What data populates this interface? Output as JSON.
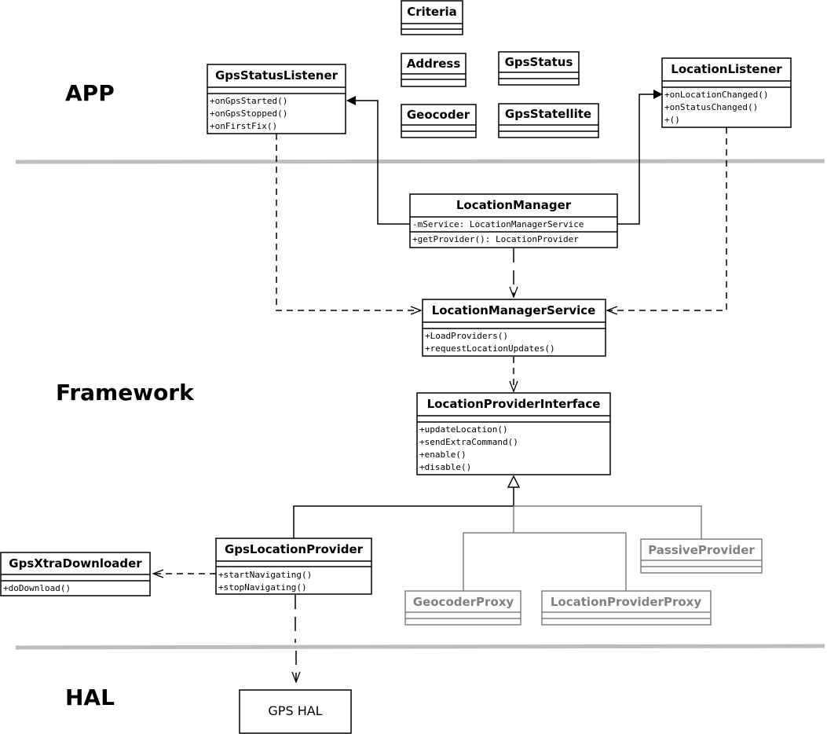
{
  "layers": {
    "app": "APP",
    "framework": "Framework",
    "hal": "HAL"
  },
  "colors": {
    "primary": "#000000",
    "secondary": "#808080",
    "divider": "#bdbdbd"
  },
  "classes": {
    "criteria": {
      "title": "Criteria"
    },
    "address": {
      "title": "Address"
    },
    "geocoder": {
      "title": "Geocoder"
    },
    "gps_status": {
      "title": "GpsStatus"
    },
    "gps_satellite": {
      "title": "GpsStatellite"
    },
    "gps_status_listener": {
      "title": "GpsStatusListener",
      "methods": [
        "+onGpsStarted()",
        "+onGpsStopped()",
        "+onFirstFix()"
      ]
    },
    "location_listener": {
      "title": "LocationListener",
      "methods": [
        "+onLocationChanged()",
        "+onStatusChanged()",
        "+()"
      ]
    },
    "location_manager": {
      "title": "LocationManager",
      "attribute": "-mService: LocationManagerService",
      "method": "+getProvider(): LocationProvider"
    },
    "location_manager_service": {
      "title": "LocationManagerService",
      "methods": [
        "+LoadProviders()",
        "+requestLocationUpdates()"
      ]
    },
    "location_provider_interface": {
      "title": "LocationProviderInterface",
      "methods": [
        "+updateLocation()",
        "+sendExtraCommand()",
        "+enable()",
        "+disable()"
      ]
    },
    "gps_location_provider": {
      "title": "GpsLocationProvider",
      "methods": [
        "+startNavigating()",
        "+stopNavigating()"
      ]
    },
    "gps_xtra_downloader": {
      "title": "GpsXtraDownloader",
      "methods": [
        "+doDownload()"
      ]
    },
    "passive_provider": {
      "title": "PassiveProvider"
    },
    "geocoder_proxy": {
      "title": "GeocoderProxy"
    },
    "location_provider_proxy": {
      "title": "LocationProviderProxy"
    }
  },
  "hal_box": {
    "label": "GPS HAL"
  }
}
